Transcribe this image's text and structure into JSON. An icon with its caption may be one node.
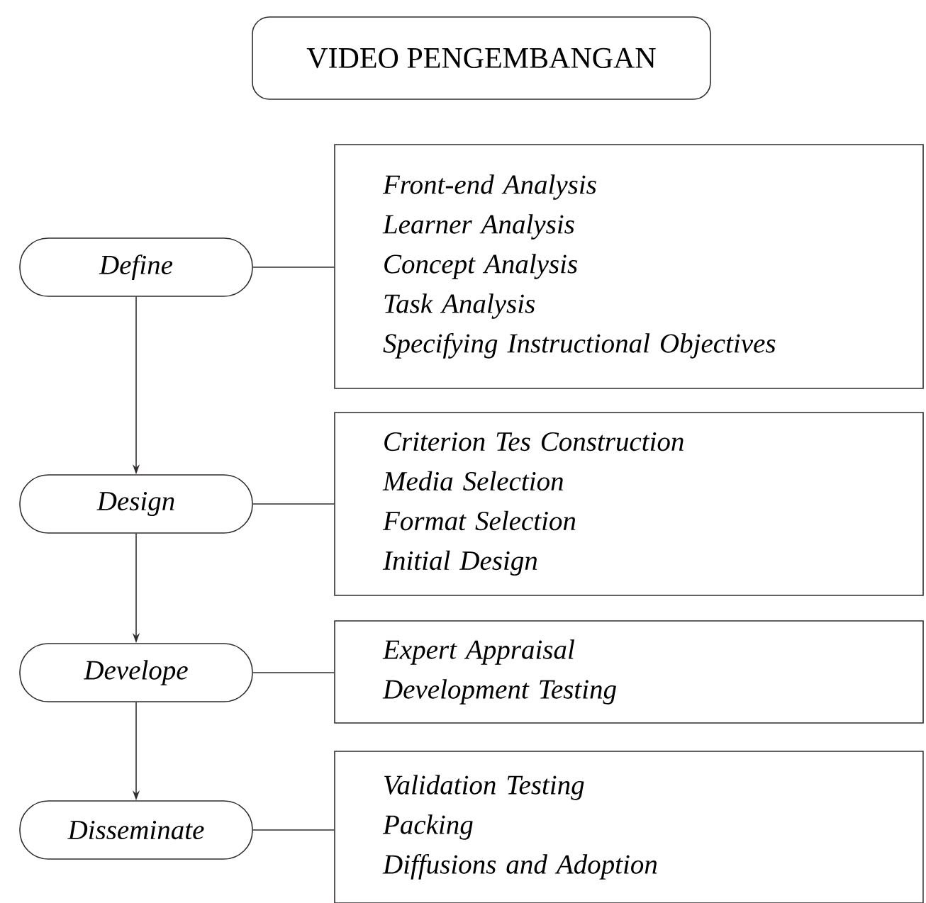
{
  "diagram": {
    "nodes": [
      {
        "text": [
          "VIDEO PENGEMBANGAN"
        ]
      },
      {
        "text": [
          "Define"
        ]
      },
      {
        "text": [
          "Front-end Analysis",
          "Learner Analysis",
          "Concept Analysis",
          "Task Analysis",
          "Specifying Instructional Objectives"
        ]
      },
      {
        "text": [
          "Design"
        ]
      },
      {
        "text": [
          "Criterion Tes Construction",
          "Media Selection",
          "Format Selection",
          "Initial Design"
        ]
      },
      {
        "text": [
          "Develope"
        ]
      },
      {
        "text": [
          "Expert Appraisal",
          "Development Testing"
        ]
      },
      {
        "text": [
          "Disseminate"
        ]
      },
      {
        "text": [
          "Validation Testing",
          "Packing",
          "Diffusions and Adoption"
        ]
      }
    ],
    "edges": [
      {
        "from": 1,
        "to": 2,
        "arrow": "none"
      },
      {
        "from": 1,
        "to": 3,
        "arrow": "to"
      },
      {
        "from": 3,
        "to": 4,
        "arrow": "none"
      },
      {
        "from": 3,
        "to": 5,
        "arrow": "to"
      },
      {
        "from": 5,
        "to": 6,
        "arrow": "none"
      },
      {
        "from": 5,
        "to": 7,
        "arrow": "to"
      },
      {
        "from": 7,
        "to": 8,
        "arrow": "none"
      }
    ]
  }
}
